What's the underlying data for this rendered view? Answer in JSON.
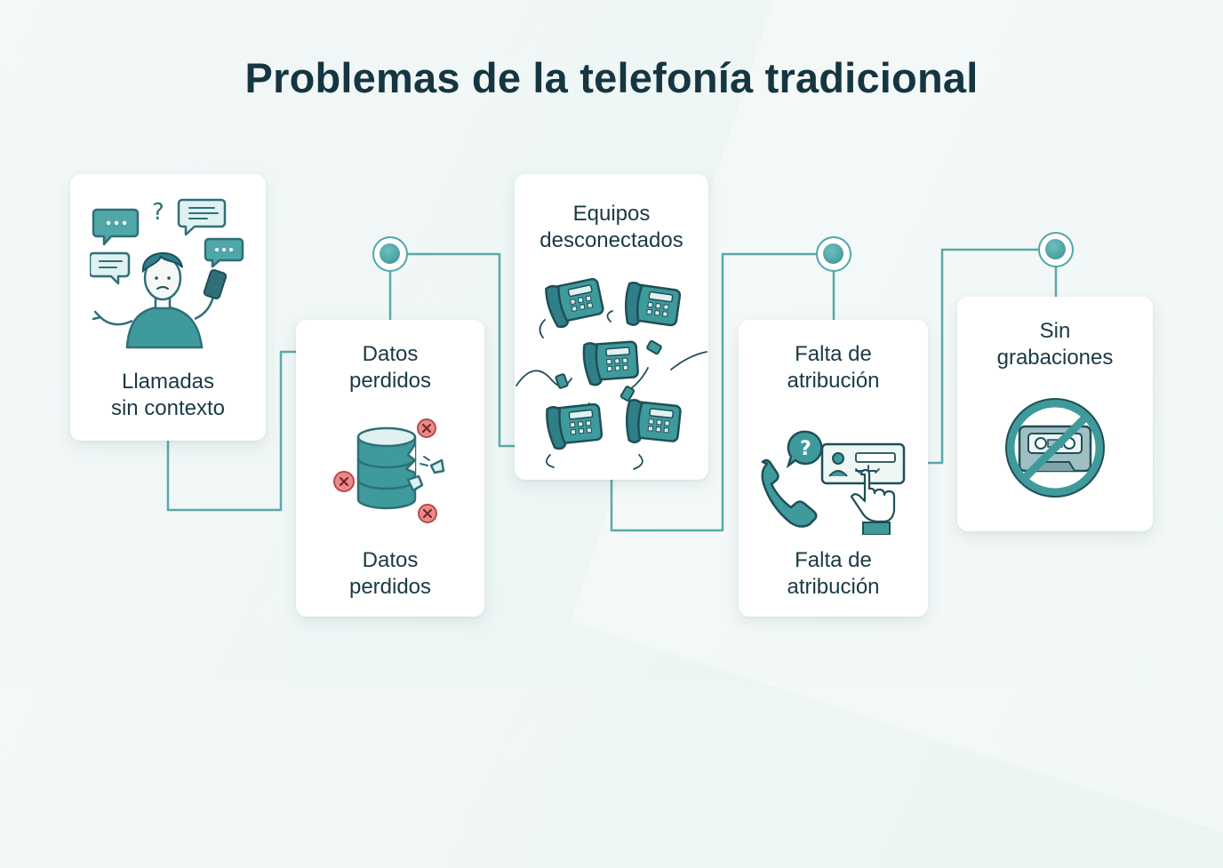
{
  "title": "Problemas de la telefonía tradicional",
  "cards": [
    {
      "id": "llamadas",
      "lines": [
        "Llamadas",
        "sin contexto"
      ]
    },
    {
      "id": "datos",
      "top_lines": [
        "Datos",
        "perdidos"
      ],
      "bottom_lines": [
        "Datos",
        "perdidos"
      ]
    },
    {
      "id": "equipos",
      "lines": [
        "Equipos",
        "desconectados"
      ]
    },
    {
      "id": "atribucion",
      "top_lines": [
        "Falta de",
        "atribución"
      ],
      "bottom_lines": [
        "Falta de",
        "atribución"
      ]
    },
    {
      "id": "grabaciones",
      "lines": [
        "Sin",
        "grabaciones"
      ]
    }
  ],
  "icons": {
    "card1": "confused-person-icon",
    "card2": "broken-database-icon",
    "card3": "disconnected-phones-icon",
    "card4": "phone-question-id-card-icon",
    "card5": "no-cassette-recording-icon"
  },
  "colors": {
    "teal": "#3f9a9c",
    "dark_teal": "#2f6f78",
    "line": "#5aa9aa",
    "navy": "#153641",
    "red": "#e06b6b"
  }
}
